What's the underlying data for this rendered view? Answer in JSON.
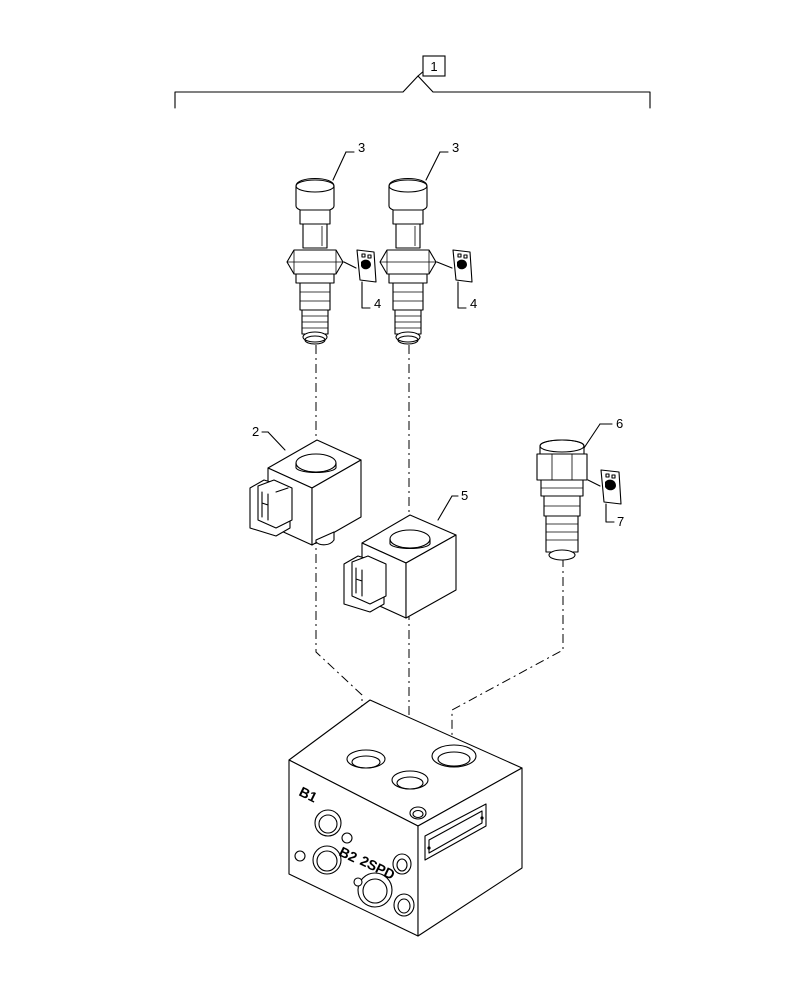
{
  "callouts": {
    "assembly": "1",
    "coil_left": "2",
    "cartridge_a": "3",
    "cartridge_b": "3",
    "seal_kit_a": "4",
    "seal_kit_b": "4",
    "coil_right": "5",
    "relief_valve": "6",
    "seal_kit_c": "7"
  },
  "port_labels": {
    "b1": "B1",
    "b2": "B2",
    "two_spd": "2SPD"
  }
}
